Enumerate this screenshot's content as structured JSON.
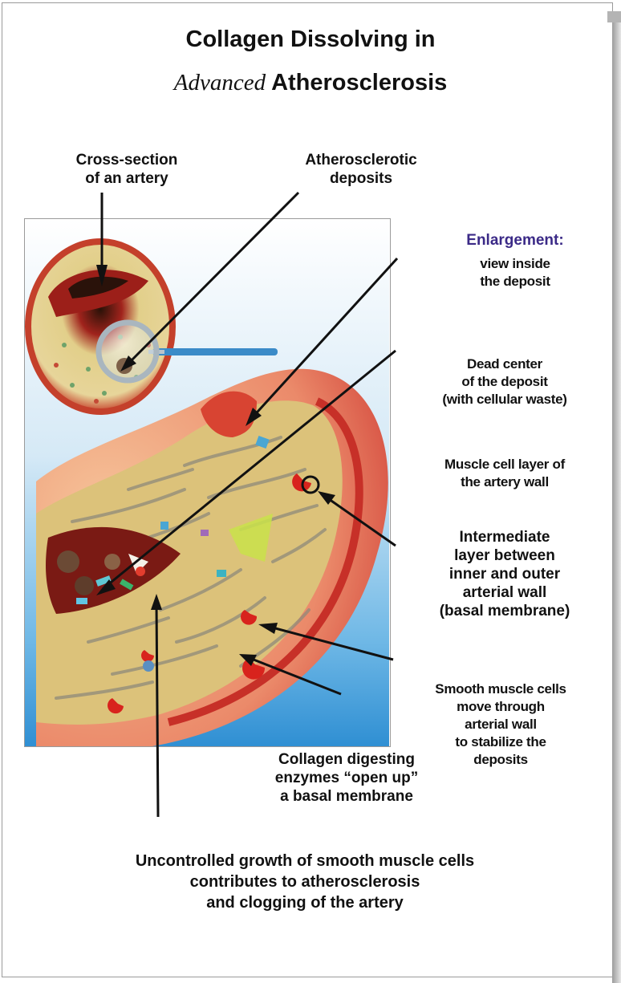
{
  "title": {
    "line1": "Collagen Dissolving in",
    "line2_italic": "Advanced",
    "line2_bold": "Atherosclerosis"
  },
  "labels": {
    "cross_section": [
      "Cross-section",
      "of an artery"
    ],
    "deposits": [
      "Atherosclerotic",
      "deposits"
    ],
    "enlargement_title": "Enlargement:",
    "enlargement_sub": [
      "view inside",
      "the deposit"
    ],
    "dead_center": [
      "Dead center",
      "of the deposit",
      "(with  cellular waste)"
    ],
    "muscle_layer": [
      "Muscle cell layer of",
      "the artery wall"
    ],
    "intermediate": [
      "Intermediate",
      "layer between",
      "inner and outer",
      "arterial wall",
      "(basal membrane)"
    ],
    "smooth_muscle": [
      "Smooth muscle cells",
      "move through",
      "arterial wall",
      "to stabilize the",
      "deposits"
    ],
    "collagen": [
      "Collagen digesting",
      "enzymes “open up”",
      "a basal membrane"
    ],
    "uncontrolled": [
      "Uncontrolled growth of smooth muscle cells",
      "contributes to atherosclerosis",
      "and clogging of the artery"
    ]
  },
  "colors": {
    "enlargement_title": "#3b2a87",
    "artery_wall": "#d9534a",
    "plaque": "#dcc27a",
    "background_blue": "#3a9bd8"
  }
}
